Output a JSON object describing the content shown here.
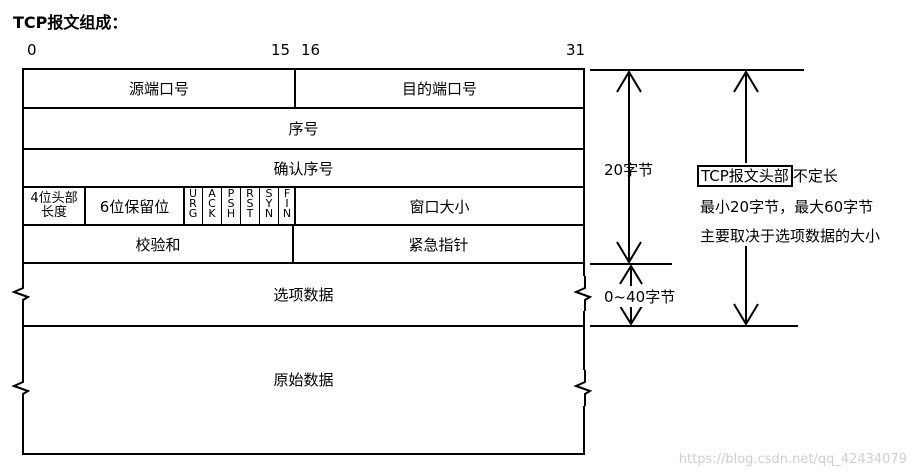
{
  "title": "TCP报文组成：",
  "bit_numbers": [
    "0",
    "15",
    "16",
    "31"
  ],
  "rows": {
    "src_port": "源端口号",
    "dst_port": "目的端口号",
    "seq": "序号",
    "ack": "确认序号",
    "header_len": "4位头部长度",
    "reserved": "6位保留位",
    "flags": [
      "URG",
      "ACK",
      "PSH",
      "RST",
      "SYN",
      "FIN"
    ],
    "window": "窗口大小",
    "checksum": "校验和",
    "urgent": "紧急指针",
    "options": "选项数据",
    "payload": "原始数据"
  },
  "annotations": {
    "fixed_size": "20字节",
    "options_size": "0~40字节",
    "note_boxed": "TCP报文头部",
    "note_rest": "不定长",
    "note_line2": "最小20字节，最大60字节",
    "note_line3": "主要取决于选项数据的大小"
  },
  "watermark": "https://blog.csdn.net/qq_42434079"
}
